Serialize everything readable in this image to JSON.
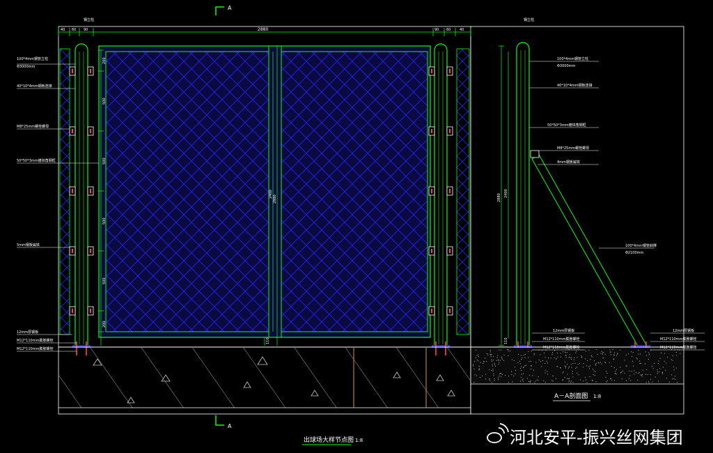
{
  "section_marks": {
    "top": "A",
    "bottom": "A"
  },
  "dimensions_top": {
    "d1": "40",
    "d2": "60",
    "d3": "90",
    "span": "2880",
    "d4": "90",
    "d5": "60",
    "d6": "40"
  },
  "post_label": "钢立柱",
  "side_post_label": "钢立柱",
  "elev_labels": {
    "l1a": "100*4mm钢管立柱",
    "l1b": "Φ3000mm",
    "l2": "40*10*4mm钢板连接",
    "l3": "M8*25mm螺栓螺母",
    "l4": "50*50*3mm镀锌角钢框",
    "l5": "5mm钢板扁铁",
    "l6": "12mm厚钢板",
    "l7": "M12*110mm膨胀螺栓",
    "l8": "M12*110mm膨胀螺栓"
  },
  "vertical_dims": {
    "a": "200",
    "b": "500",
    "c": "500",
    "d": "500",
    "e": "500",
    "f": "200",
    "base": "110",
    "h1": "2400",
    "h2": "2880"
  },
  "section_labels": {
    "s1a": "100*4mm钢管立柱",
    "s1b": "Φ3000mm",
    "s2": "40*10*4mm钢板连接",
    "s3": "50*50*3mm镀锌角钢框",
    "s4": "M8*25mm螺栓螺母",
    "s5": "4mm钢板扁铁",
    "s6a": "100*4mm钢管斜撑",
    "s6b": "Φ2100mm",
    "s7": "12mm厚钢板",
    "s8": "M12*110mm膨胀螺栓",
    "s9": "M12*110mm膨胀螺栓",
    "s10": "12mm厚钢板",
    "s11": "M12*110mm膨胀螺栓",
    "s12": "M12*110mm膨胀螺栓",
    "s_h1": "2400",
    "s_h2": "2880",
    "s_base": "110"
  },
  "section_title": "A－A剖面图",
  "section_scale": "1:8",
  "main_title": "出球场大样节点图",
  "main_scale": "1:8",
  "watermark": "河北安平-振兴丝网集团",
  "colors": {
    "post": "#00ff00",
    "mesh": "#2323ff",
    "frame": "#00ff66",
    "panel_fill": "#0a0a40",
    "ground": "#ffffff",
    "anchor": "#ff4040",
    "dim": "#00ff00"
  }
}
